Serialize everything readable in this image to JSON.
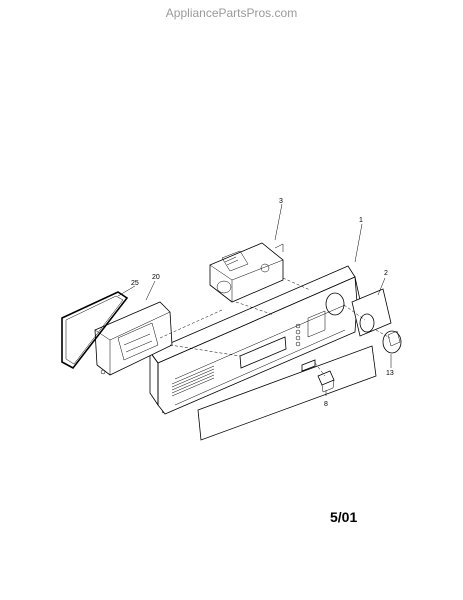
{
  "watermark": "AppliancePartsPros.com",
  "revision": "5/01",
  "callouts": [
    {
      "label": "1"
    },
    {
      "label": "2"
    },
    {
      "label": "3"
    },
    {
      "label": "8"
    },
    {
      "label": "13"
    },
    {
      "label": "20"
    },
    {
      "label": "25"
    }
  ],
  "colors": {
    "line": "#000000",
    "background": "#ffffff",
    "watermark": "#9a9a9a"
  }
}
